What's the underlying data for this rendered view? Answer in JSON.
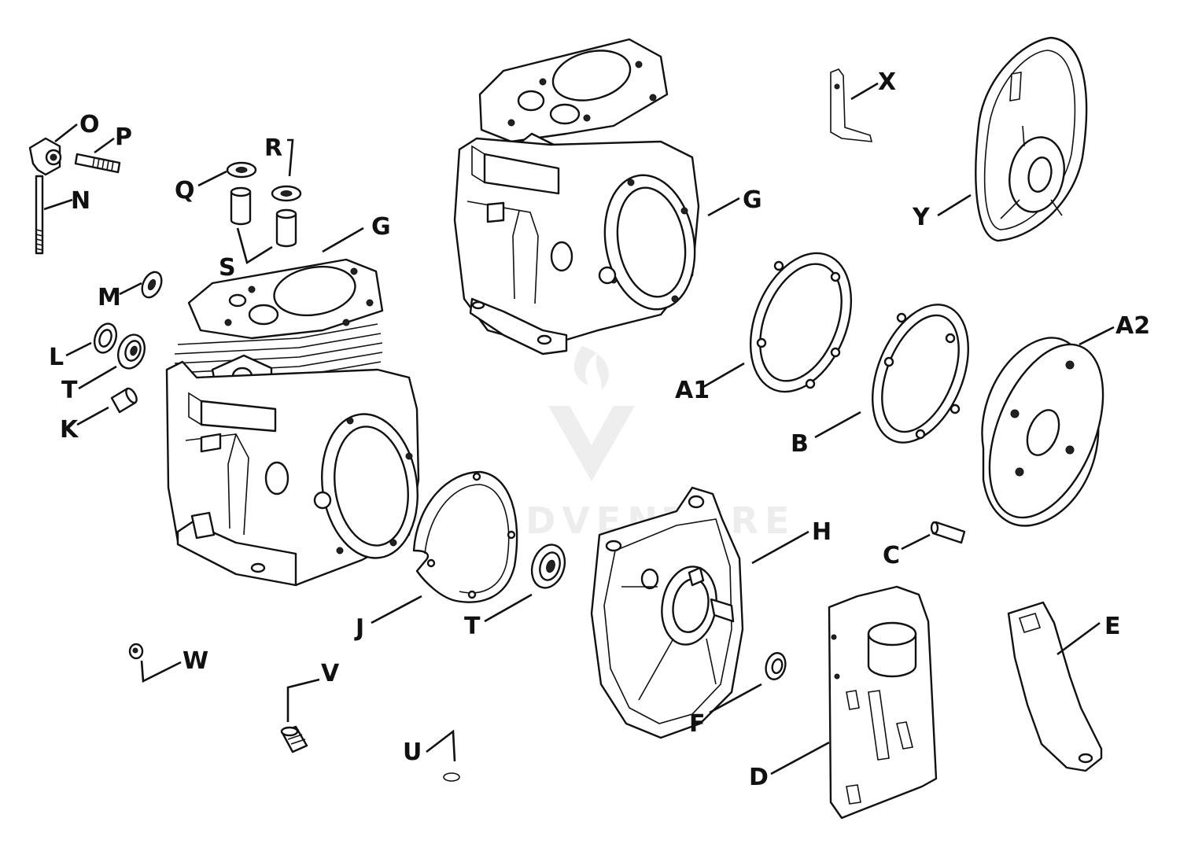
{
  "watermark": "PARADVENTURE",
  "labels": {
    "O": "O",
    "P": "P",
    "N": "N",
    "Q": "Q",
    "R": "R",
    "S": "S",
    "G1": "G",
    "G2": "G",
    "M": "M",
    "L": "L",
    "T1": "T",
    "K": "K",
    "X": "X",
    "Y": "Y",
    "A1": "A1",
    "A2": "A2",
    "B": "B",
    "H": "H",
    "C": "C",
    "J": "J",
    "T2": "T",
    "E": "E",
    "W": "W",
    "V": "V",
    "F": "F",
    "D": "D",
    "U": "U"
  }
}
